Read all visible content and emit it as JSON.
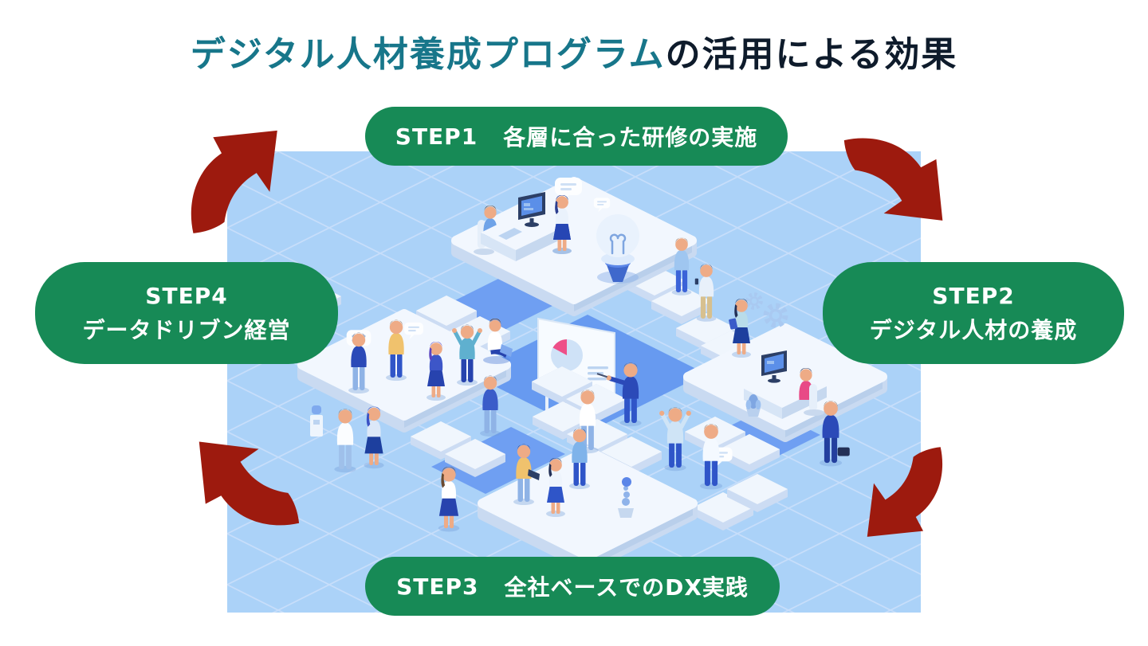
{
  "title": {
    "highlight": "デジタル人材養成プログラム",
    "suffix": "の活用による効果",
    "highlight_color": "#17768a",
    "suffix_color": "#0e1b2b"
  },
  "cycle": {
    "arrow_color": "#9d1a0e",
    "pill_color": "#178a56",
    "pill_text_color": "#ffffff",
    "steps": [
      {
        "label": "STEP1",
        "text": "各層に合った研修の実施",
        "position": "top"
      },
      {
        "label": "STEP2",
        "text": "デジタル人材の養成",
        "position": "right"
      },
      {
        "label": "STEP3",
        "text": "全社ベースでのDX実践",
        "position": "bottom"
      },
      {
        "label": "STEP4",
        "text": "データドリブン経営",
        "position": "left"
      }
    ]
  },
  "illustration": {
    "background_color": "#abd2f8",
    "scene": "Isometric teamwork scene: four floating office platforms connected by steps, workers collaborating, presentation whiteboard with pie and bar charts, large lightbulb, gears, speech bubbles",
    "icons": [
      "lightbulb-icon",
      "gear-icon",
      "speech-bubble-icon",
      "whiteboard-chart-icon",
      "monitor-icon",
      "laptop-icon",
      "robot-icon",
      "plant-icon",
      "briefcase-icon",
      "water-cooler-icon"
    ]
  }
}
